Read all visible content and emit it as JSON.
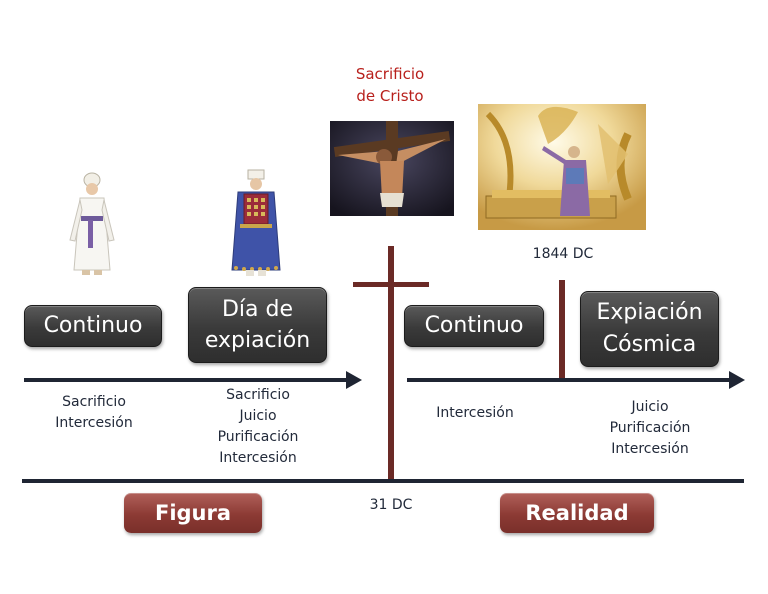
{
  "top_label": "Sacrificio\nde Cristo",
  "date_1844": "1844 DC",
  "date_31": "31 DC",
  "boxes": {
    "continuo_left": "Continuo",
    "dia_expiacion": "Día de\nexpiación",
    "continuo_right": "Continuo",
    "expiacion_cosmica": "Expiación\nCósmica"
  },
  "captions": {
    "continuo_left": "Sacrificio\nIntercesión",
    "dia_expiacion": "Sacrificio\nJuicio\nPurificación\nIntercesión",
    "continuo_right": "Intercesión",
    "expiacion_cosmica": "Juicio\nPurificación\nIntercesión"
  },
  "footer": {
    "left": "Figura",
    "right": "Realidad"
  },
  "colors": {
    "cross": "#6b2a26",
    "timeline": "#1f2533",
    "top_label": "#b8201c"
  }
}
